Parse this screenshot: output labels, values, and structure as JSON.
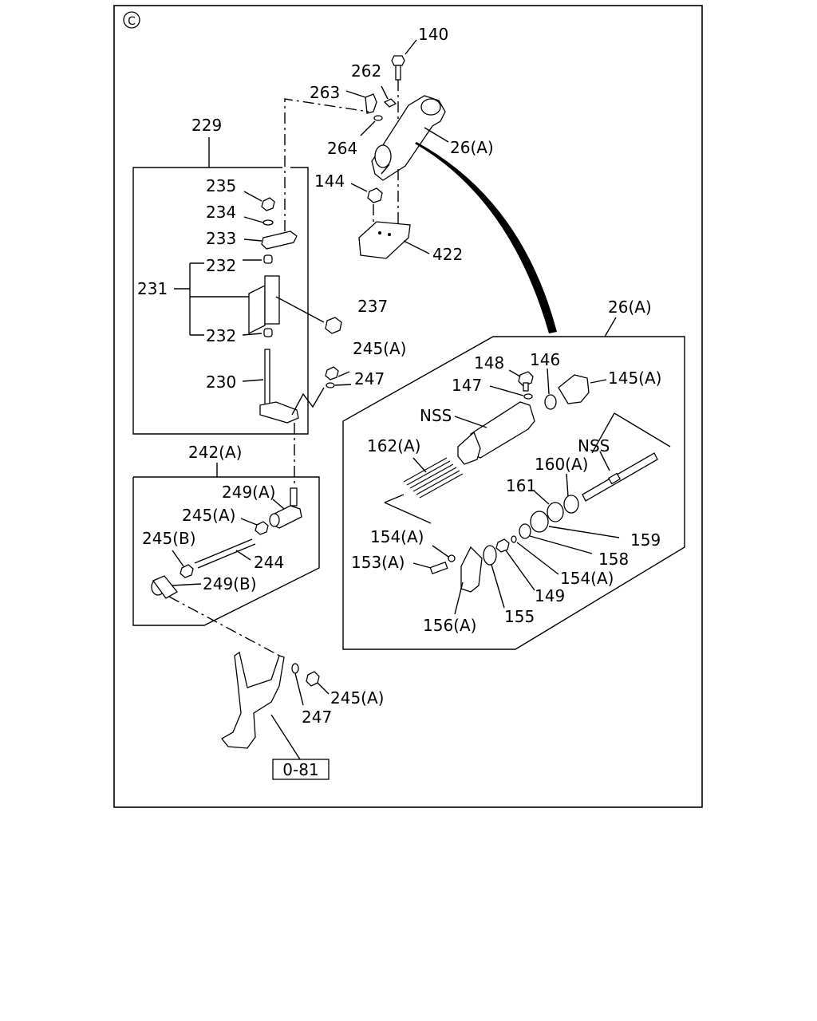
{
  "corner_mark": "C",
  "ref_box": "0-81",
  "labels": {
    "p140": "140",
    "p262": "262",
    "p263": "263",
    "p264": "264",
    "p26a_top": "26(A)",
    "p144": "144",
    "p422": "422",
    "p229": "229",
    "p235": "235",
    "p234": "234",
    "p233": "233",
    "p232_top": "232",
    "p231": "231",
    "p237": "237",
    "p232_bot": "232",
    "p245a_1": "245(A)",
    "p247_1": "247",
    "p230": "230",
    "p242a": "242(A)",
    "p249a": "249(A)",
    "p245a_2": "245(A)",
    "p245b": "245(B)",
    "p244": "244",
    "p249b": "249(B)",
    "p245a_3": "245(A)",
    "p247_2": "247",
    "p26a_box": "26(A)",
    "p148": "148",
    "p146": "146",
    "p145a": "145(A)",
    "p147": "147",
    "nss_1": "NSS",
    "p162a": "162(A)",
    "nss_2": "NSS",
    "p160a": "160(A)",
    "p161": "161",
    "p159": "159",
    "p154a_1": "154(A)",
    "p158": "158",
    "p153a": "153(A)",
    "p154a_2": "154(A)",
    "p149": "149",
    "p156a": "156(A)",
    "p155": "155"
  }
}
